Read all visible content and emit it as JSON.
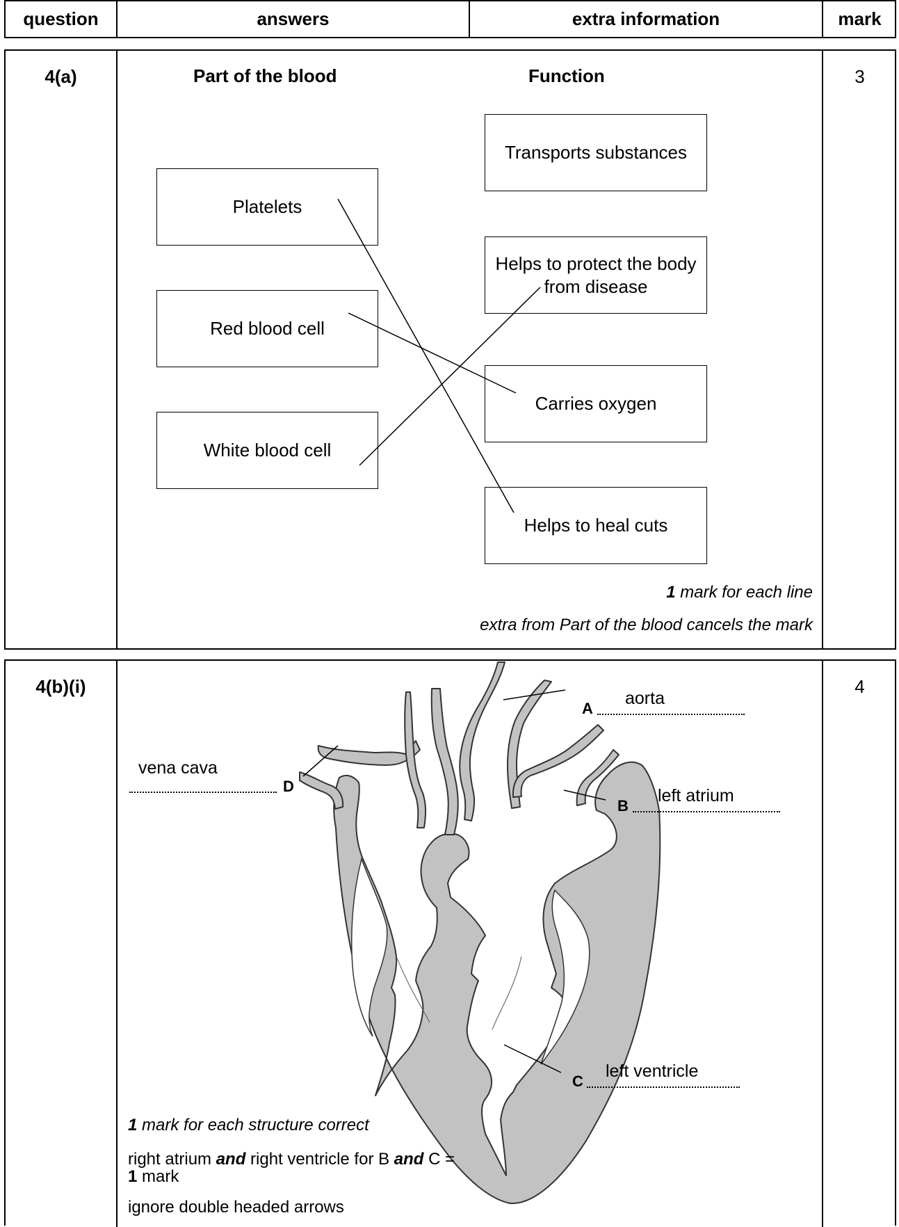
{
  "header": {
    "question": "question",
    "answers": "answers",
    "extra_information": "extra information",
    "mark": "mark"
  },
  "q4a": {
    "label": "4(a)",
    "mark": "3",
    "col_left": "Part of the blood",
    "col_right": "Function",
    "parts": [
      "Platelets",
      "Red blood cell",
      "White blood cell"
    ],
    "functions": [
      "Transports substances",
      "Helps to protect the body from disease",
      "Carries oxygen",
      "Helps to heal cuts"
    ],
    "note1_bold": "1",
    "note1_rest": " mark for each line",
    "note2": "extra from Part of the blood cancels the mark"
  },
  "q4bi": {
    "label": "4(b)(i)",
    "mark": "4",
    "labels": {
      "A": "A",
      "A_answer": "aorta",
      "B": "B",
      "B_answer": "left atrium",
      "C": "C",
      "C_answer": "left ventricle",
      "D": "D",
      "D_answer": "vena cava"
    },
    "note1_bold": "1",
    "note1_rest": " mark for each structure correct",
    "note2_a": "right atrium ",
    "note2_and1": "and",
    "note2_b": " right ventricle for B ",
    "note2_and2": "and",
    "note2_c": " C  =",
    "note2_line2_bold": "1",
    "note2_line2_rest": " mark",
    "note3": "ignore double headed arrows"
  }
}
